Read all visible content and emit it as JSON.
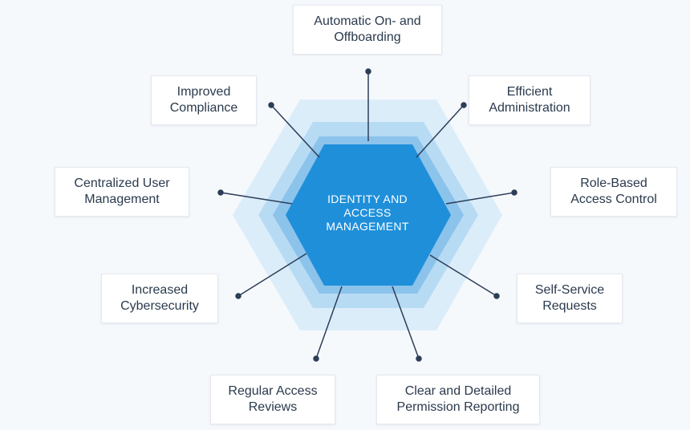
{
  "center": {
    "label": "IDENTITY AND\nACCESS\nMANAGEMENT"
  },
  "benefits": [
    "Automatic On- and\nOffboarding",
    "Efficient\nAdministration",
    "Role-Based\nAccess Control",
    "Self-Service\nRequests",
    "Clear and Detailed\nPermission Reporting",
    "Regular Access\nReviews",
    "Increased\nCybersecurity",
    "Centralized User\nManagement",
    "Improved\nCompliance"
  ],
  "colors": {
    "hex_outer": "#dcedfa",
    "hex_middle": "#b8dbf4",
    "hex_inner_ring": "#8cc3eb",
    "hex_core": "#1f8fda",
    "connector": "#2c3e57",
    "card_text": "#2a3a4d"
  }
}
